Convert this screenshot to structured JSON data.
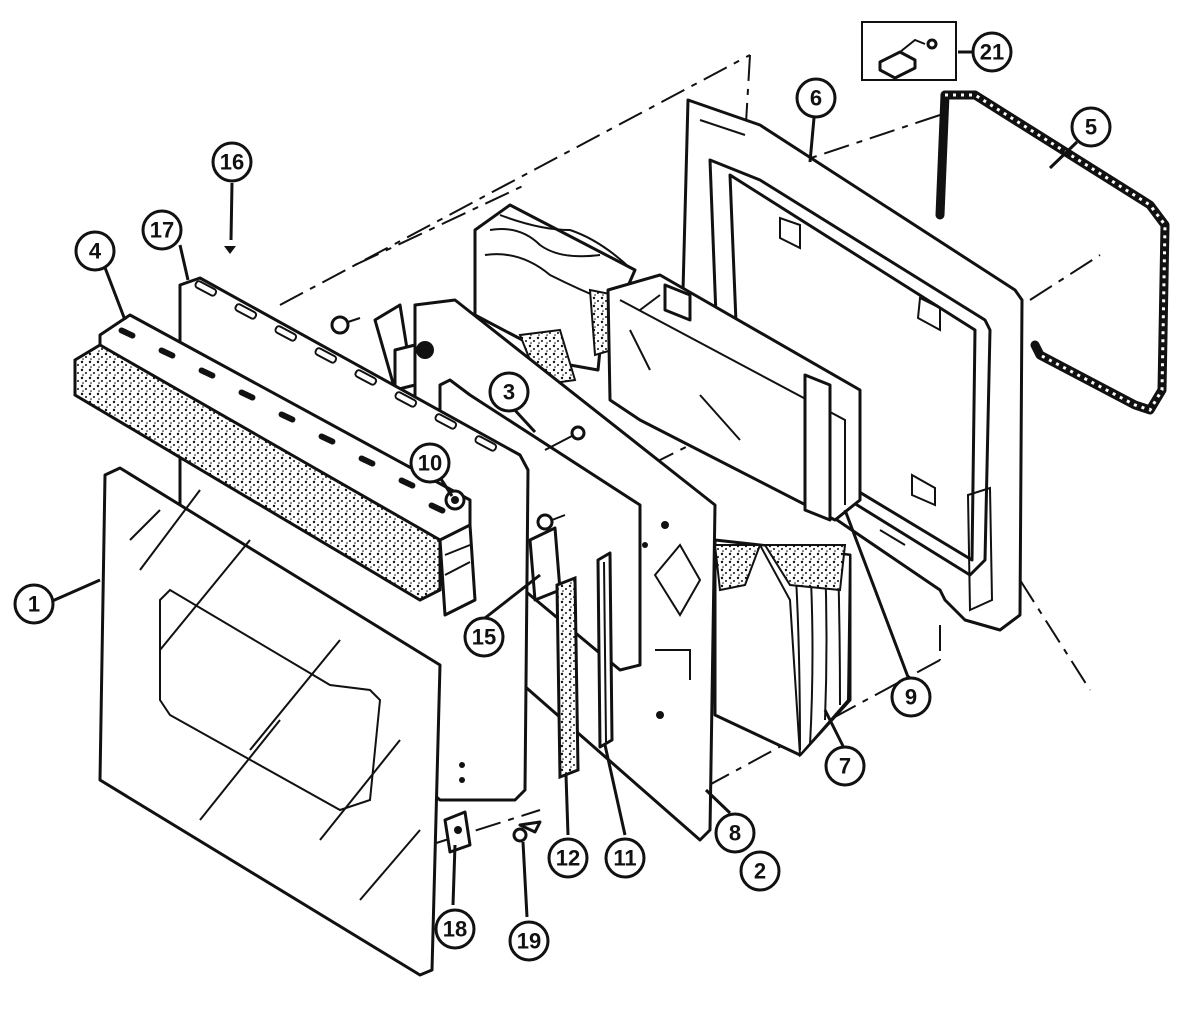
{
  "callouts": {
    "c1": "1",
    "c2": "2",
    "c3": "3",
    "c4": "4",
    "c5": "5",
    "c6": "6",
    "c7": "7",
    "c8": "8",
    "c9": "9",
    "c10": "10",
    "c11": "11",
    "c12": "12",
    "c15": "15",
    "c16": "16",
    "c17": "17",
    "c18": "18",
    "c19": "19",
    "c21": "21"
  }
}
